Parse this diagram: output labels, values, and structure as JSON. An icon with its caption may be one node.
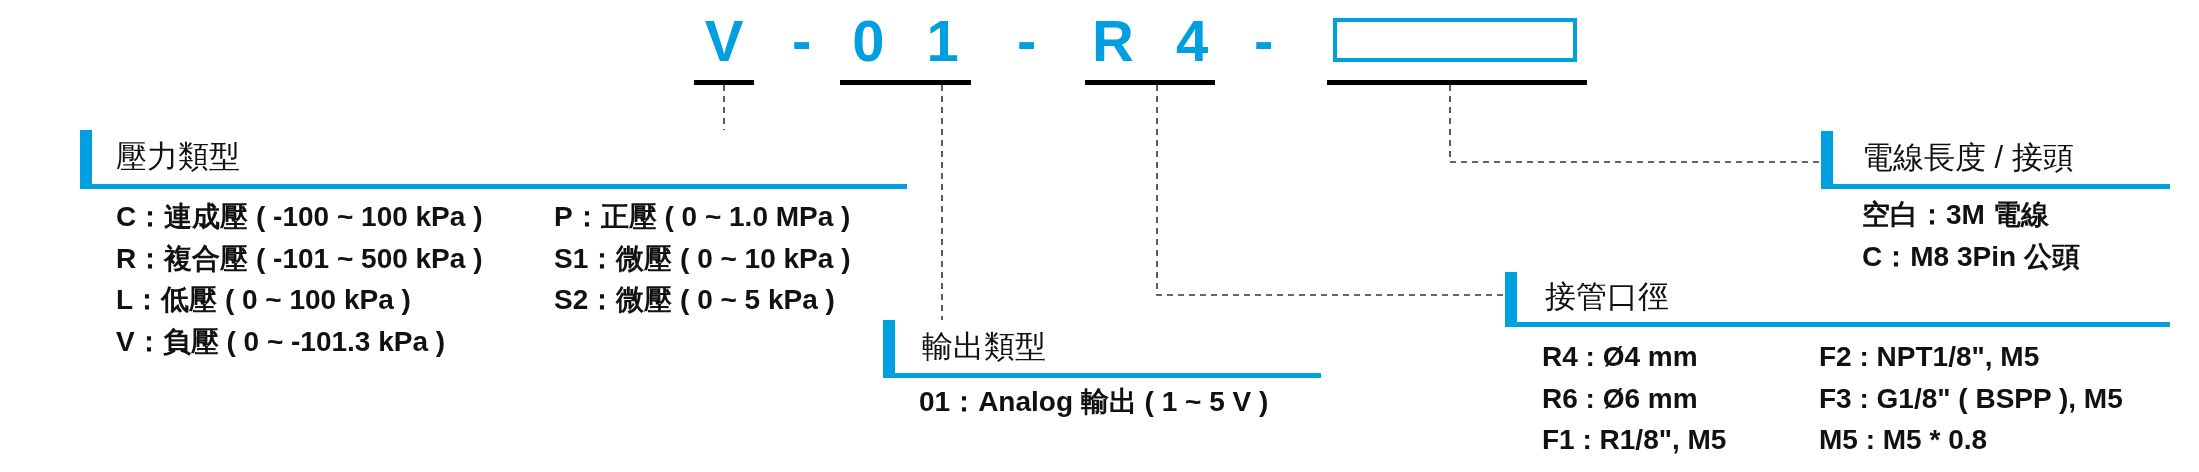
{
  "diagram": {
    "nodes": [
      {
        "text": [
          "V"
        ]
      },
      {
        "text": [
          "0 1"
        ]
      },
      {
        "text": [
          "R 4"
        ]
      },
      {
        "text": [],
        "shape": "box"
      },
      {
        "text": [
          "壓力類型",
          "C：連成壓 ( -100 ~ 100 kPa )",
          "R：複合壓 ( -101 ~ 500 kPa )",
          "L：低壓 ( 0 ~ 100 kPa )",
          "V：負壓 ( 0 ~ -101.3 kPa )",
          "P：正壓 ( 0 ~ 1.0 MPa )",
          "S1：微壓 ( 0 ~ 10 kPa )",
          "S2：微壓 ( 0 ~ 5 kPa )"
        ]
      },
      {
        "text": [
          "輸出類型",
          "01：Analog 輸出 ( 1 ~ 5 V )"
        ]
      },
      {
        "text": [
          "接管口徑",
          "R4 : Ø4 mm",
          "R6 : Ø6 mm",
          "F1 : R1/8\", M5",
          "F2 : NPT1/8\", M5",
          "F3 : G1/8\" ( BSPP ), M5",
          "M5 : M5 * 0.8"
        ]
      },
      {
        "text": [
          "電線長度 / 接頭",
          "空白：3M 電線",
          "C：M8 3Pin 公頭"
        ]
      }
    ],
    "edges": [
      {
        "from": 0,
        "to": 4,
        "arrow": "none",
        "style": "dashed"
      },
      {
        "from": 1,
        "to": 5,
        "arrow": "none",
        "style": "dashed"
      },
      {
        "from": 2,
        "to": 6,
        "arrow": "none",
        "style": "dashed"
      },
      {
        "from": 3,
        "to": 7,
        "arrow": "none",
        "style": "dashed"
      }
    ],
    "labels": [
      "-",
      "-",
      "-"
    ]
  }
}
